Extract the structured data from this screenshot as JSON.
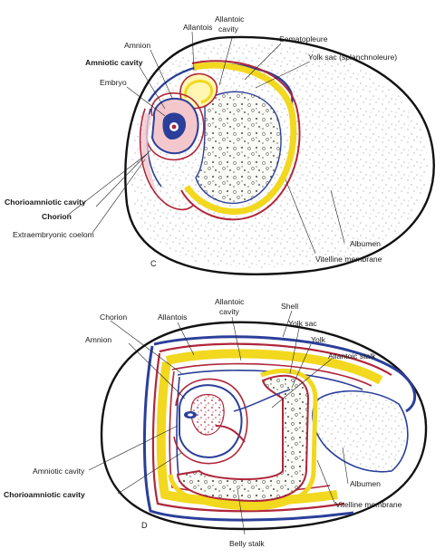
{
  "panel_c": {
    "letter": "C",
    "labels": {
      "allantois": "Allantois",
      "allantoic_cavity_1": "Allantoic",
      "allantoic_cavity_2": "cavity",
      "amnion": "Amnion",
      "somatopleure": "Somatopleure",
      "yolk_sac": "Yolk sac (splanchnoleure)",
      "amniotic_cavity": "Amniotic cavity",
      "embryo": "Embryo",
      "chorioamniotic_cavity": "Chorioamniotic cavity",
      "chorion": "Chorion",
      "extraembryonic_coelom": "Extraembryonic coelom",
      "albumen": "Albumen",
      "vitelline_membrane": "Vitelline membrane"
    }
  },
  "panel_d": {
    "letter": "D",
    "labels": {
      "allantoic_cavity_1": "Allantoic",
      "allantoic_cavity_2": "cavity",
      "chorion": "Chorion",
      "allantois": "Allantois",
      "shell": "Shell",
      "yolk_sac": "Yolk sac",
      "amnion": "Amnion",
      "yolk": "Yolk",
      "allantoic_stalk": "Allantoic stalk",
      "amniotic_cavity": "Amniotic cavity",
      "chorioamniotic_cavity": "Chorioamniotic cavity",
      "albumen": "Albumen",
      "vitelline_membrane": "Vitelline membrane",
      "belly_stalk": "Belly stalk"
    }
  },
  "colors": {
    "blue": "#2b3f9a",
    "red": "#b0263a",
    "yellow": "#f2d81e",
    "pink": "#f3c7cc",
    "shell": "#111111"
  }
}
